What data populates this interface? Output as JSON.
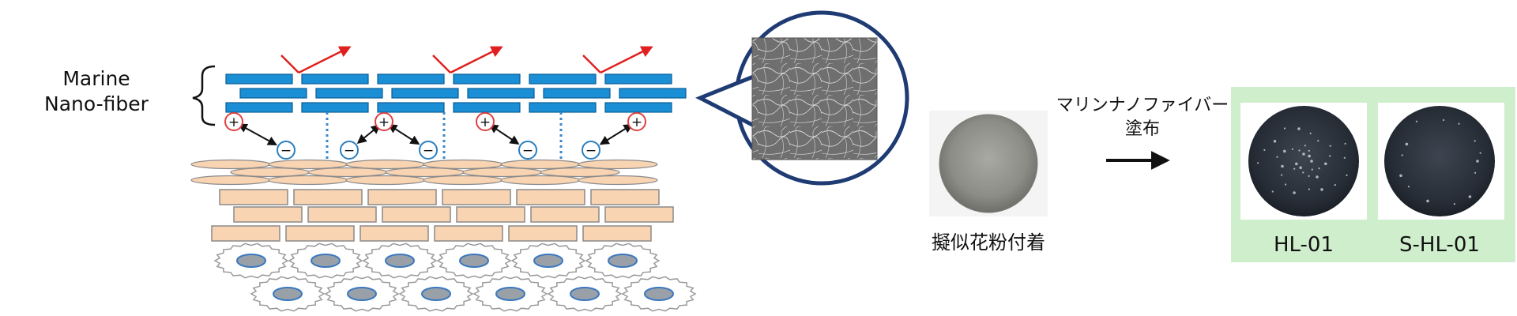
{
  "diagram": {
    "left_label": {
      "line1": "Marine",
      "line2": "Nano-fiber"
    },
    "charge_positive": "+",
    "charge_negative": "−",
    "pollen_sample": {
      "caption": "擬似花粉付着"
    },
    "coating_step": {
      "line1": "マリンナノファイバー",
      "line2": "塗布"
    },
    "results": [
      {
        "label": "HL-01"
      },
      {
        "label": "S-HL-01"
      }
    ],
    "colors": {
      "fiber_blue": "#1a8fd6",
      "fiber_border": "#0b5d95",
      "reflect_arrow": "#e02020",
      "plus_ring": "#e04040",
      "minus_ring": "#2a7fc0",
      "penetration_arrow": "#3a86c8",
      "skin_cell_fill": "#f9d4b2",
      "skin_cell_border": "#8a8a8a",
      "nucleus_fill": "#9aa0a8",
      "nucleus_border": "#3a78c0",
      "magnifier_border": "#1f3b73",
      "result_panel": "#cfeecc"
    }
  }
}
